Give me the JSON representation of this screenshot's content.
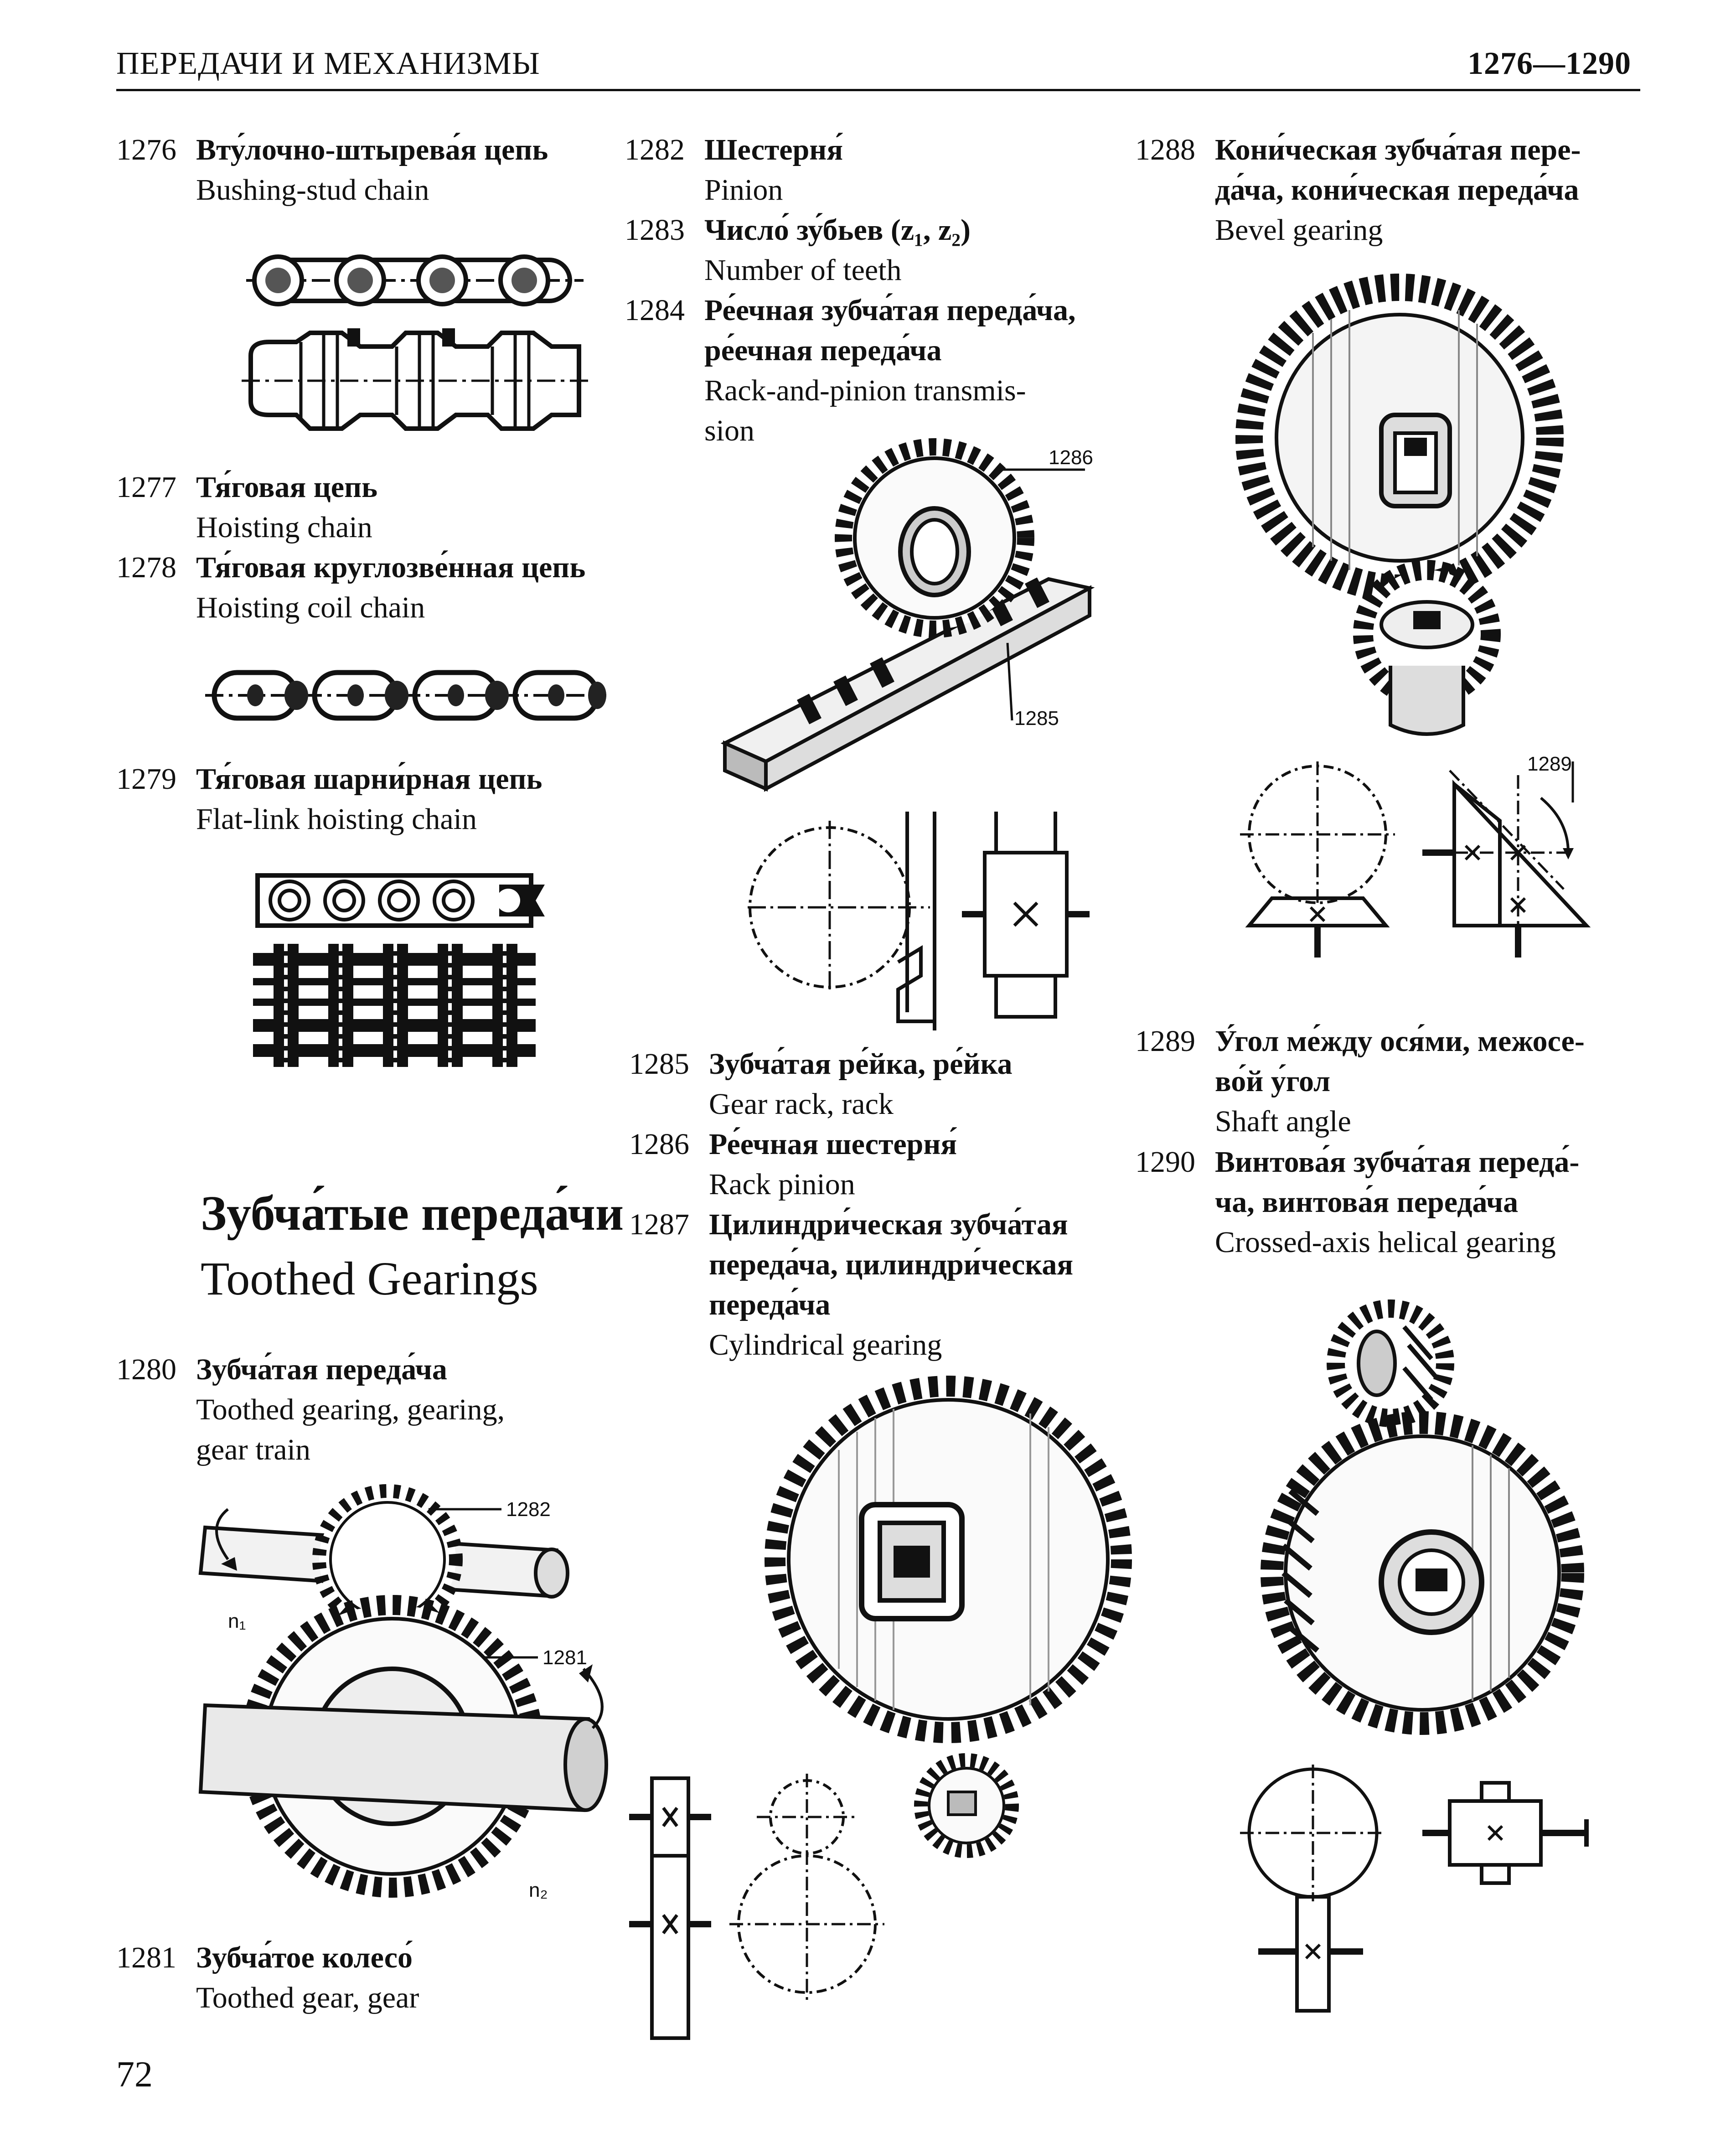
{
  "header": {
    "section_title": "ПЕРЕДАЧИ И МЕХАНИЗМЫ",
    "range": "1276—1290"
  },
  "page_number": "72",
  "section": {
    "title_ru": "Зубча́тые переда́чи",
    "title_en": "Toothed Gearings"
  },
  "entries": [
    {
      "num": "1276",
      "ru": "Вту́лочно-штырева́я цепь",
      "en": [
        "Bushing-stud chain"
      ]
    },
    {
      "num": "1277",
      "ru": "Тя́говая цепь",
      "en": [
        "Hoisting chain"
      ]
    },
    {
      "num": "1278",
      "ru": "Тя́говая круглозве́нная цепь",
      "en": [
        "Hoisting coil chain"
      ]
    },
    {
      "num": "1279",
      "ru": "Тя́говая шарни́рная цепь",
      "en": [
        "Flat-link hoisting chain"
      ]
    },
    {
      "num": "1280",
      "ru": "Зубча́тая переда́ча",
      "en": [
        "Toothed gearing, gearing,",
        "gear train"
      ]
    },
    {
      "num": "1281",
      "ru": "Зубча́тое колесо́",
      "en": [
        "Toothed gear, gear"
      ]
    },
    {
      "num": "1282",
      "ru": "Шестерня́",
      "en": [
        "Pinion"
      ]
    },
    {
      "num": "1283",
      "ru": "Число́ зу́бьев (z₁, z₂)",
      "en": [
        "Number of teeth"
      ]
    },
    {
      "num": "1284",
      "ru": [
        "Ре́ечная зубча́тая переда́ча,",
        "ре́ечная переда́ча"
      ],
      "en": [
        "Rack-and-pinion transmis-",
        "sion"
      ]
    },
    {
      "num": "1285",
      "ru": "Зубча́тая ре́йка, ре́йка",
      "en": [
        "Gear rack, rack"
      ]
    },
    {
      "num": "1286",
      "ru": "Ре́ечная шестерня́",
      "en": [
        "Rack pinion"
      ]
    },
    {
      "num": "1287",
      "ru": [
        "Цилиндри́ческая зубча́тая",
        "переда́ча, цилиндри́ческая",
        "переда́ча"
      ],
      "en": [
        "Cylindrical gearing"
      ]
    },
    {
      "num": "1288",
      "ru": [
        "Кони́ческая зубча́тая пере-",
        "да́ча, кони́ческая переда́ча"
      ],
      "en": [
        "Bevel gearing"
      ]
    },
    {
      "num": "1289",
      "ru": [
        "У́гол ме́жду ося́ми, межосе-",
        "во́й у́гол"
      ],
      "en": [
        "Shaft angle"
      ]
    },
    {
      "num": "1290",
      "ru": [
        "Винтова́я зубча́тая переда́-",
        "ча, винтова́я переда́ча"
      ],
      "en": [
        "Crossed-axis helical gearing"
      ]
    }
  ],
  "figure_labels": {
    "l1282": "1282",
    "l1281": "1281",
    "n1": "n₁",
    "n2": "n₂",
    "l1286": "1286",
    "l1285": "1285",
    "l1289": "1289"
  }
}
